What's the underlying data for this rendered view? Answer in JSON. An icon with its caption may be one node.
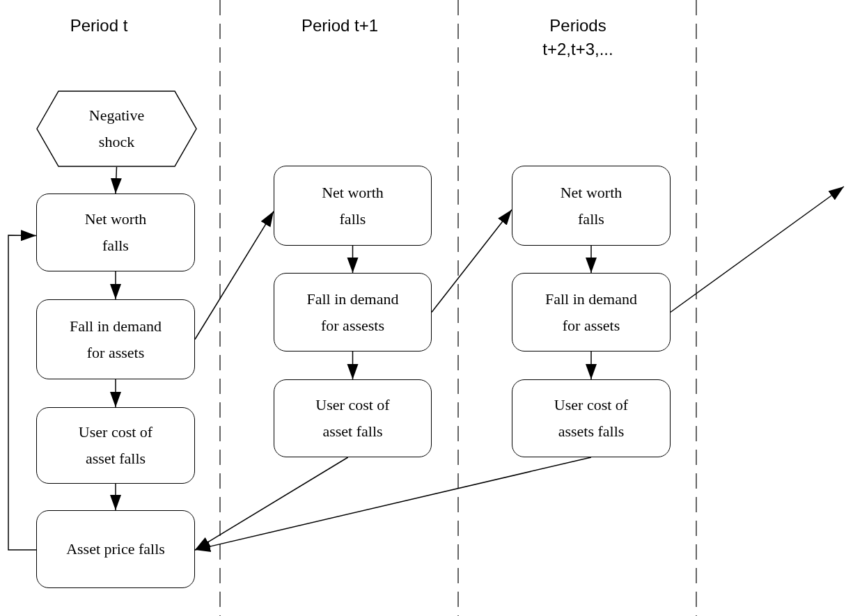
{
  "diagram": {
    "nodes": [
      {
        "text": [
          "Negative shock"
        ]
      },
      {
        "text": [
          "Net worth falls"
        ]
      },
      {
        "text": [
          "Fall in demand for assets"
        ]
      },
      {
        "text": [
          "User cost of asset falls"
        ]
      },
      {
        "text": [
          "Asset price falls"
        ]
      },
      {
        "text": [
          "Net worth falls"
        ]
      },
      {
        "text": [
          "Fall in demand for assests"
        ]
      },
      {
        "text": [
          "User cost of asset falls"
        ]
      },
      {
        "text": [
          "Net worth falls"
        ]
      },
      {
        "text": [
          "Fall in demand for assets"
        ]
      },
      {
        "text": [
          "User cost of assets falls"
        ]
      }
    ],
    "edges": [
      {
        "from": 0,
        "to": 1,
        "arrow": "to"
      },
      {
        "from": 1,
        "to": 2,
        "arrow": "to"
      },
      {
        "from": 2,
        "to": 3,
        "arrow": "to"
      },
      {
        "from": 3,
        "to": 4,
        "arrow": "to"
      },
      {
        "from": 4,
        "to": 1,
        "arrow": "to"
      },
      {
        "from": 2,
        "to": 5,
        "arrow": "to"
      },
      {
        "from": 5,
        "to": 6,
        "arrow": "to"
      },
      {
        "from": 6,
        "to": 7,
        "arrow": "to"
      },
      {
        "from": 6,
        "to": 8,
        "arrow": "to"
      },
      {
        "from": 8,
        "to": 9,
        "arrow": "to"
      },
      {
        "from": 9,
        "to": 10,
        "arrow": "to"
      },
      {
        "from": 9,
        "to": null,
        "arrow": "to"
      },
      {
        "from": 7,
        "to": 4,
        "arrow": "to"
      },
      {
        "from": 10,
        "to": 4,
        "arrow": "to"
      }
    ],
    "labels": [
      "Period t",
      "Period t+1",
      "Periods t+2,t+3,..."
    ]
  }
}
